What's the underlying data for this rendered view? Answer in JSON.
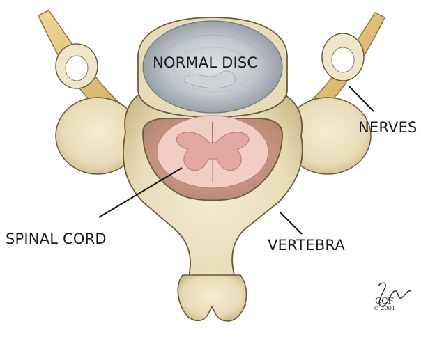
{
  "labels": {
    "normal_disc": "NORMAL DISC",
    "nerves": "NERVES",
    "spinal_cord": "SPINAL CORD",
    "vertebra": "VERTEBRA"
  },
  "signature": {
    "artist": "Jeanasz",
    "organization": "CCF",
    "year": "© 2001"
  },
  "colors": {
    "bone": "#ece2c4",
    "bone_shadow": "#c9b88e",
    "disc_outer": "#a9b0b8",
    "disc_inner": "#d9dde0",
    "canal": "#c99a86",
    "cord": "#f0c9c2",
    "grey_matter": "#e2a9a3",
    "nerve": "#e7c882",
    "outline": "#6b5a3c"
  }
}
